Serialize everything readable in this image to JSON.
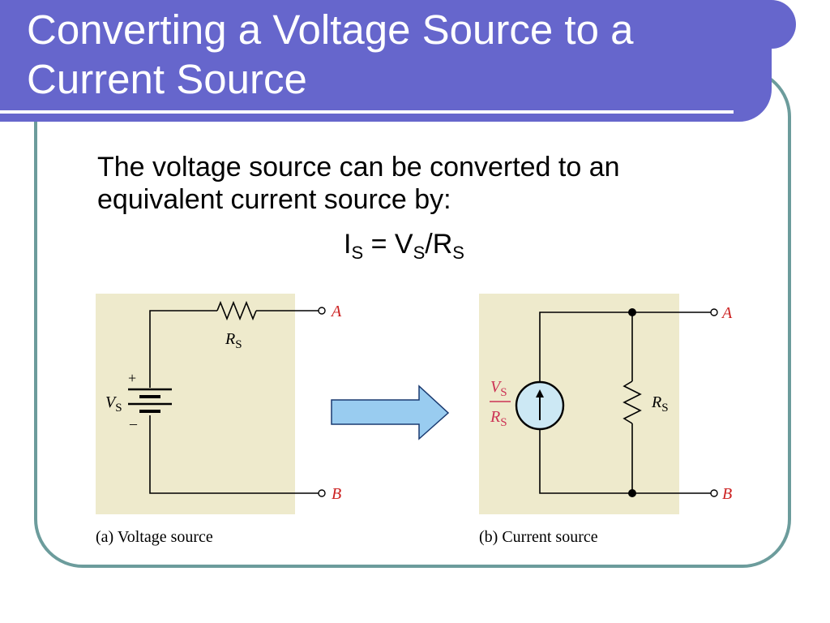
{
  "slide": {
    "title_line1": "Converting a Voltage Source to a",
    "title_line2": "Current Source",
    "body": "The voltage source can be converted to an equivalent current source by:",
    "formula": {
      "lhs": "I",
      "lhs_sub": "S",
      "eq": " = ",
      "v": "V",
      "v_sub": "S",
      "slash": "/",
      "r": "R",
      "r_sub": "S"
    }
  },
  "diagram_a": {
    "resistor_label": "R",
    "resistor_sub": "S",
    "plus": "+",
    "minus": "–",
    "source_label": "V",
    "source_sub": "S",
    "terminal_a": "A",
    "terminal_b": "B",
    "caption": "(a) Voltage source"
  },
  "diagram_b": {
    "source_num": "V",
    "source_num_sub": "S",
    "source_den": "R",
    "source_den_sub": "S",
    "resistor_label": "R",
    "resistor_sub": "S",
    "terminal_a": "A",
    "terminal_b": "B",
    "caption": "(b) Current source"
  },
  "colors": {
    "title_bar": "#6666cc",
    "frame_border": "#6c9c9c",
    "panel_bg": "#eeeacc",
    "arrow_fill": "#99ccf0",
    "current_source_fill": "#cce8f4",
    "terminal_label": "#cc2222",
    "source_value_label": "#cc3355"
  }
}
